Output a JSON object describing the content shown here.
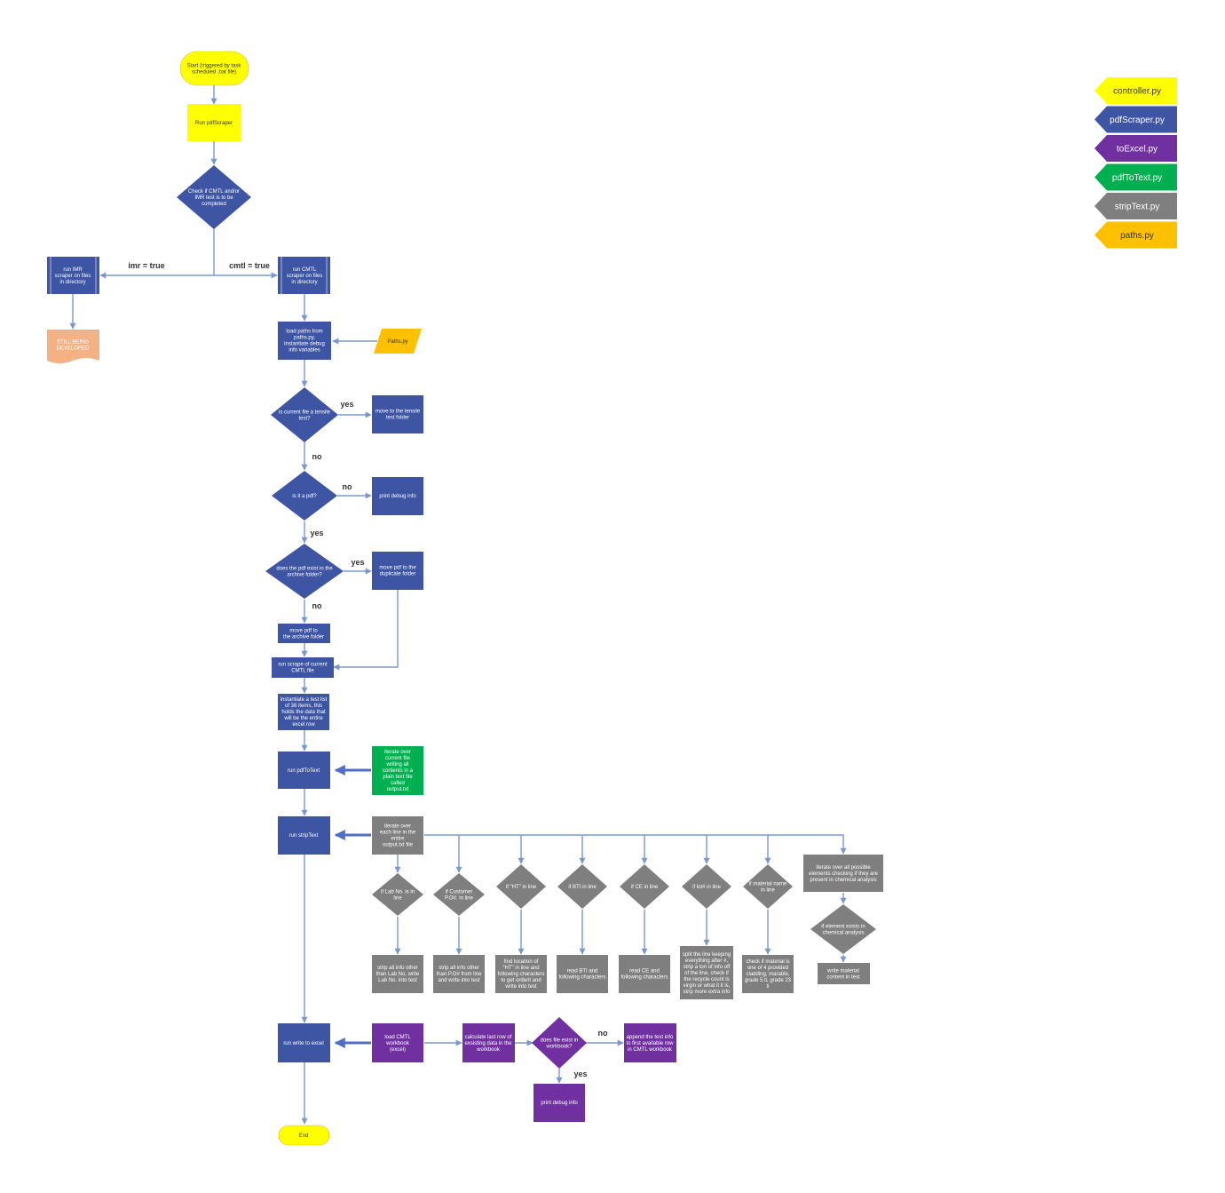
{
  "colors": {
    "controller": "#ffff00",
    "pdfScraper": "#3d55a3",
    "toExcel": "#7030a0",
    "pdfToText": "#00b050",
    "stripText": "#7f7f7f",
    "paths": "#ffc000",
    "develop": "#f4b183",
    "connector": "#7a98d0"
  },
  "legend": [
    {
      "label": "controller.py",
      "color_key": "controller",
      "text_color": "#333333"
    },
    {
      "label": "pdfScraper.py",
      "color_key": "pdfScraper",
      "text_color": "#ffffff"
    },
    {
      "label": "toExcel.py",
      "color_key": "toExcel",
      "text_color": "#ffffff"
    },
    {
      "label": "pdfToText.py",
      "color_key": "pdfToText",
      "text_color": "#ffffff"
    },
    {
      "label": "stripText.py",
      "color_key": "stripText",
      "text_color": "#ffffff"
    },
    {
      "label": "paths.py",
      "color_key": "paths",
      "text_color": "#333333"
    }
  ],
  "nodes": {
    "start": [
      "Start (triggered by task",
      "scheduled .bat file)"
    ],
    "run_pdfscraper": [
      "Run pdfScraper"
    ],
    "check_test": [
      "Check if CMTL and/or",
      "IMR test is to be",
      "completed"
    ],
    "run_imr": [
      "run IMR",
      "scraper on files",
      "in directory"
    ],
    "still_developed": [
      "STILL BEING",
      "DEVELOPED"
    ],
    "run_cmtl": [
      "run CMTL",
      "scraper on files",
      "in directory"
    ],
    "load_paths": [
      "load paths from",
      "paths.py,",
      "instantiate debug",
      "info variables"
    ],
    "paths_py": [
      "Paths.py"
    ],
    "is_tensile": [
      "is current file a tensile",
      "test?"
    ],
    "move_tensile": [
      "move to the tensile",
      "test folder"
    ],
    "is_pdf": [
      "is it a pdf?"
    ],
    "print_debug_1": [
      "print debug info"
    ],
    "exists_archive": [
      "does the pdf exist in the",
      "archive folder?"
    ],
    "move_duplicate": [
      "move pdf to the",
      "duplicate folder"
    ],
    "move_archive": [
      "move pdf to",
      "the archive folder"
    ],
    "run_scrape": [
      "run scrape of current",
      "CMTL file"
    ],
    "instantiate_list": [
      "instantiate a test list",
      "of 38 items, this",
      "holds the data that",
      "will be the entire",
      "excel row"
    ],
    "run_pdftotext": [
      "run pdfToText"
    ],
    "iterate_current": [
      "iterate over",
      "current file",
      "writing all",
      "contents in a",
      "plain text file",
      "called",
      "output.txt"
    ],
    "run_striptext": [
      "run stripText"
    ],
    "iterate_lines": [
      "iterate over",
      "each line in the",
      "entire",
      "output.txt file"
    ],
    "check_lab": [
      "if Lab No. is in",
      "line"
    ],
    "check_po": [
      "if Customer",
      "P.O#. in line"
    ],
    "check_ht": [
      "if \"HT\" in line"
    ],
    "check_bti": [
      "if BTI in line"
    ],
    "check_ce": [
      "if CE in line"
    ],
    "check_lot": [
      "if lot# in line"
    ],
    "check_material": [
      "if material name",
      "in line"
    ],
    "iterate_elements": [
      "iterate over all possible",
      "elements checking if they are",
      "present in chemical analysis"
    ],
    "check_element": [
      "if element exists in",
      "chemical analysis"
    ],
    "strip_lab": [
      "strip all info other",
      "than Lab No, write",
      "Lab No. into test"
    ],
    "strip_po": [
      "strip all info other",
      "than P.O# from line",
      "and write into test"
    ],
    "find_ht": [
      "find location of",
      "\"HT\" in line and",
      "following characters",
      "to get orderit and",
      "write into test"
    ],
    "read_bti": [
      "read BTI and",
      "following characters"
    ],
    "read_ce": [
      "read CE and",
      "following characters"
    ],
    "split_lot": [
      "split the line keeping",
      "everything after #,",
      "strip a ton of info off",
      "of the line, check if",
      "the recycle count is",
      "virgin or what it it is,",
      "strip more extra info"
    ],
    "check_material_grade": [
      "check if material is",
      "one of 4 provided",
      "cladding, marable,",
      "grade 5 ti, grade 23",
      "ti"
    ],
    "write_material": [
      "write material",
      "content in test"
    ],
    "run_write_excel": [
      "run write to excel"
    ],
    "load_workbook": [
      "load CMTL",
      "workbook",
      "(excel)"
    ],
    "calc_last_row": [
      "calculate last row of",
      "exsisting data in the",
      "workbook"
    ],
    "file_exists": [
      "does file exist in",
      "workbook?"
    ],
    "append_test": [
      "append the test info",
      "to first available row",
      "in CMTL workbook"
    ],
    "print_debug_2": [
      "print debug info"
    ],
    "end": [
      "End"
    ]
  },
  "edge_labels": {
    "imr_true": "imr = true",
    "cmtl_true": "cmtl = true",
    "tensile_yes": "yes",
    "tensile_no": "no",
    "pdf_no": "no",
    "pdf_yes": "yes",
    "archive_yes": "yes",
    "archive_no": "no",
    "excel_no": "no",
    "excel_yes": "yes"
  }
}
